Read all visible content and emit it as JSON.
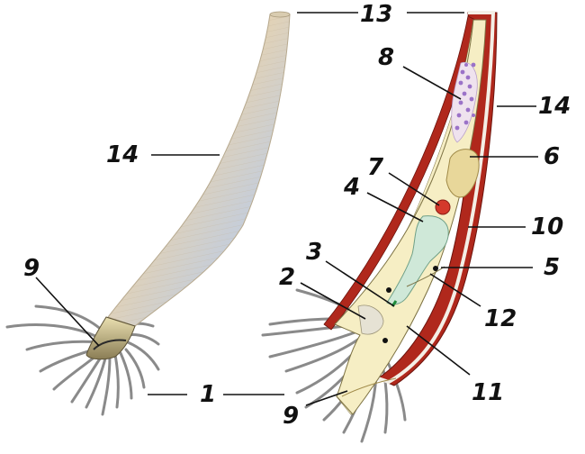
{
  "labels": {
    "l13": "13",
    "l8": "8",
    "l14a": "14",
    "l14b": "14",
    "l6": "6",
    "l7": "7",
    "l4": "4",
    "l10": "10",
    "l5": "5",
    "l3": "3",
    "l2": "2",
    "l12": "12",
    "l9a": "9",
    "l9b": "9",
    "l1": "1",
    "l11": "11"
  },
  "colors": {
    "tube_light": "#efe6d6",
    "tube_mid": "#d8c6a8",
    "tube_blue": "#c9d2de",
    "wall_red": "#b0281c",
    "body_cream": "#f6eec4",
    "gut_mint": "#cfe8d8",
    "egg_purple": "#9b72c8",
    "heart_red": "#d4392b",
    "tentacle_gray": "#8a8a8a"
  }
}
